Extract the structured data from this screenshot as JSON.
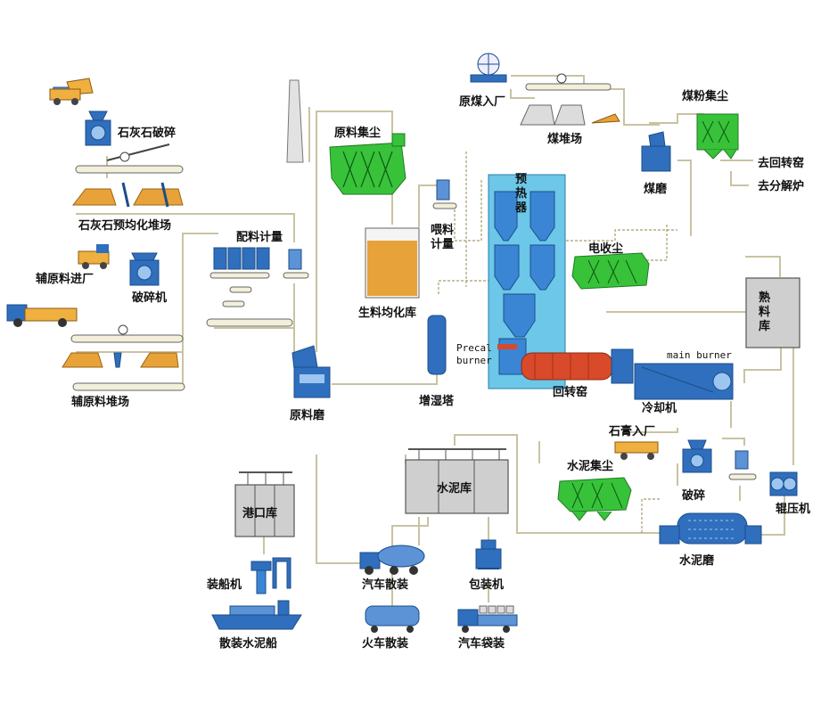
{
  "labels": {
    "limestone_crushing": "石灰石破碎",
    "limestone_prehomogenization": "石灰石预均化堆场",
    "aux_material_entry": "辅原料进厂",
    "crusher": "破碎机",
    "aux_material_yard": "辅原料堆场",
    "batching_metering": "配料计量",
    "raw_material_dust": "原料集尘",
    "raw_meal_homogenization": "生料均化库",
    "feed_metering_1": "喂料",
    "feed_metering_2": "计量",
    "raw_mill": "原料磨",
    "humidifying_tower": "增湿塔",
    "coal_entry": "原煤入厂",
    "coal_yard": "煤堆场",
    "coal_powder_dust": "煤粉集尘",
    "to_rotary_kiln": "去回转窑",
    "to_decomposition_furnace": "去分解炉",
    "coal_mill": "煤磨",
    "preheater_1": "预",
    "preheater_2": "热",
    "preheater_3": "器",
    "electrostatic_precipitator": "电收尘",
    "clinker_1": "熟",
    "clinker_2": "料",
    "clinker_3": "库",
    "precal_burner_1": "Precal",
    "precal_burner_2": "burner",
    "main_burner": "main burner",
    "rotary_kiln": "回转窑",
    "cooler": "冷却机",
    "gypsum_entry": "石膏入厂",
    "cement_dust": "水泥集尘",
    "gypsum_crushing": "破碎",
    "roller_press": "辊压机",
    "cement_mill": "水泥磨",
    "cement_silo": "水泥库",
    "port_silo": "港口库",
    "ship_loader": "装船机",
    "bulk_cement_ship": "散装水泥船",
    "truck_bulk": "汽车散装",
    "packing_machine": "包装机",
    "train_bulk": "火车散装",
    "truck_bagged": "汽车袋装"
  },
  "colors": {
    "equipment_blue": "#2f6fbd",
    "dust_collector_green": "#38c23a",
    "silo_gray": "#cfcfcf",
    "material_orange": "#e8a23a",
    "kiln_red": "#d84a2a",
    "preheater_cyan": "#6cc7e8",
    "flow_line": "#c9c3a2"
  }
}
